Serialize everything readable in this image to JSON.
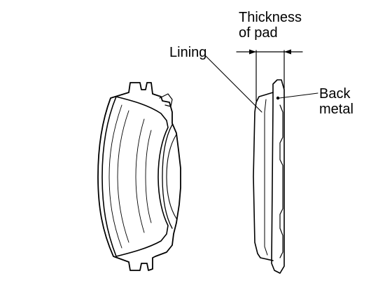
{
  "labels": {
    "thickness_line1": "Thickness",
    "thickness_line2": "of pad",
    "lining": "Lining",
    "back_line1": "Back",
    "back_line2": "metal"
  },
  "colors": {
    "stroke": "#000000",
    "background": "#ffffff"
  }
}
